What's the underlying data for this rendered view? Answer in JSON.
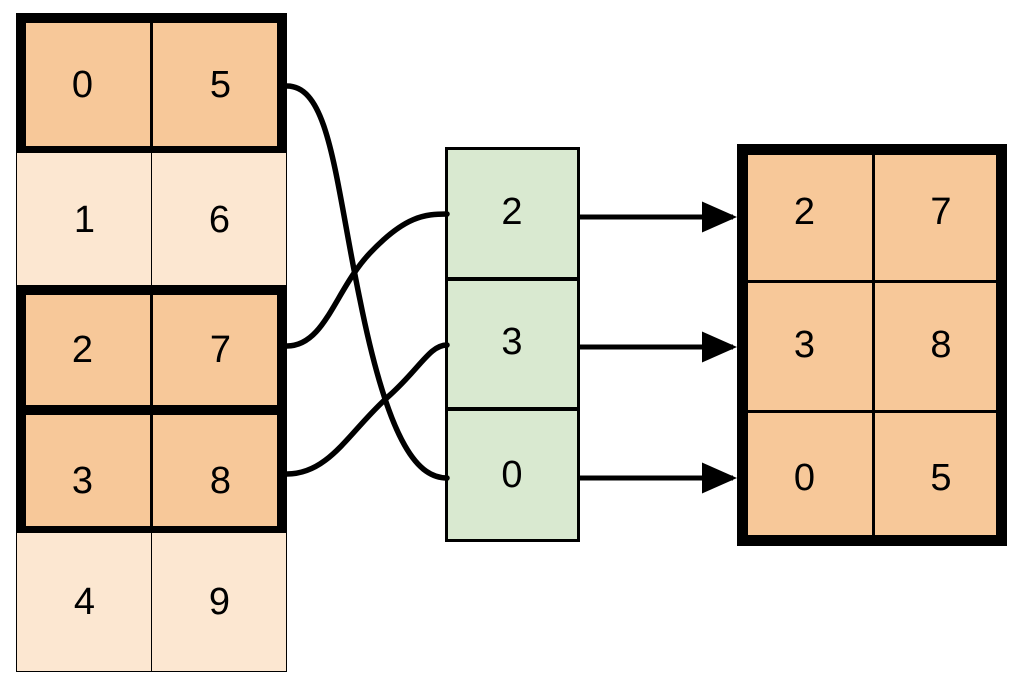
{
  "diagram": {
    "title": "row-gather-permutation-diagram",
    "colors": {
      "selected_orange": "#F7C899",
      "unselected_orange": "#FCE7D1",
      "index_green": "#D9E9D0",
      "stroke": "#000000",
      "background": "#FFFFFF"
    }
  },
  "source_table": {
    "name": "source-table",
    "rows": [
      {
        "index": 0,
        "col_a": "0",
        "col_b": "5",
        "selected": true
      },
      {
        "index": 1,
        "col_a": "1",
        "col_b": "6",
        "selected": false
      },
      {
        "index": 2,
        "col_a": "2",
        "col_b": "7",
        "selected": true
      },
      {
        "index": 3,
        "col_a": "3",
        "col_b": "8",
        "selected": true
      },
      {
        "index": 4,
        "col_a": "4",
        "col_b": "9",
        "selected": false
      }
    ]
  },
  "index_column": {
    "name": "index-column",
    "values": [
      "2",
      "3",
      "0"
    ]
  },
  "result_table": {
    "name": "result-table",
    "rows": [
      {
        "col_a": "2",
        "col_b": "7"
      },
      {
        "col_a": "3",
        "col_b": "8"
      },
      {
        "col_a": "0",
        "col_b": "5"
      }
    ]
  },
  "connections": {
    "curves": [
      {
        "from_source_row": 0,
        "to_index_slot": 2
      },
      {
        "from_source_row": 2,
        "to_index_slot": 0
      },
      {
        "from_source_row": 3,
        "to_index_slot": 1
      }
    ],
    "arrows": [
      {
        "from_index_slot": 0,
        "to_result_row": 0
      },
      {
        "from_index_slot": 1,
        "to_result_row": 1
      },
      {
        "from_index_slot": 2,
        "to_result_row": 2
      }
    ]
  }
}
